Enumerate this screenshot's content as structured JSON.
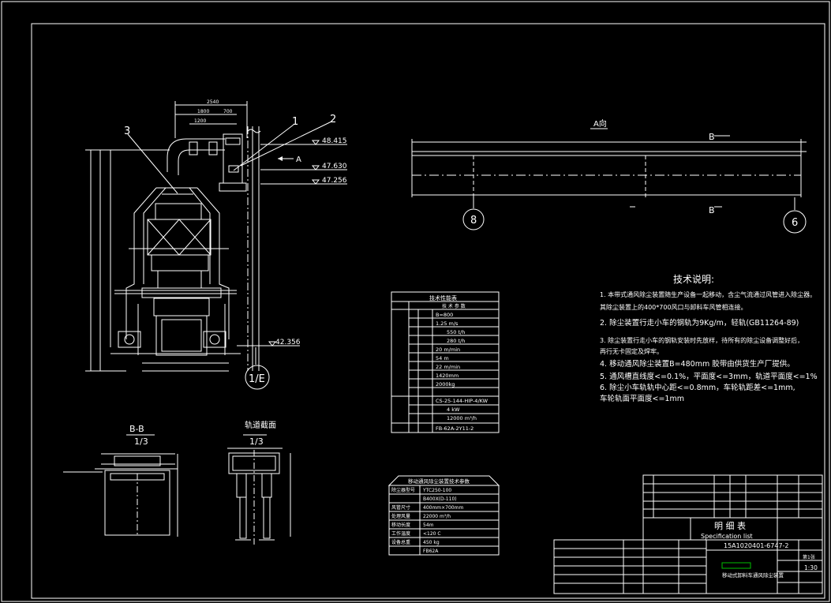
{
  "section_views": {
    "a_view": "A向",
    "b_section": "B-B",
    "b_scale": "1/3",
    "rail_section": "轨道截面",
    "rail_scale": "1/3",
    "b_marker": "B"
  },
  "elevations": [
    "48.415",
    "47.630",
    "47.256",
    "42.356"
  ],
  "callouts": [
    "1",
    "2",
    "3"
  ],
  "direction_label": "A",
  "axes": [
    "8",
    "6",
    "1/E"
  ],
  "dims_top": [
    "2540",
    "1800",
    "700",
    "1200"
  ],
  "tech_notes": {
    "title": "技术说明:",
    "items": [
      "1. 本带式通风除尘装置随生产设备一起移动，含尘气流通过风管进入除尘器。",
      "   其除尘装置上的400*700风口与卸料车风管相连接。",
      "2. 除尘装置行走小车的钢轨为9Kg/m，轻轨(GB11264-89)",
      "3. 除尘装置行走小车的钢轨安装时先放样，待所有的除尘设备调整好后，",
      "   再行无卡固定及焊牢。",
      "4. 移动通风除尘装置B=480mm 胶带由供货生产厂提供。",
      "5. 通风槽直线度<=0.1%，平面度<=3mm，轨道平面度<=1%",
      "6. 除尘小车轨轨中心距<=0.8mm，车轮轨距差<=1mm,",
      "   车轮轨面平面度<=1mm"
    ]
  },
  "param_table": {
    "title": "技术性能表",
    "header": "技 术 参 数",
    "rows": [
      [
        "",
        "B=800"
      ],
      [
        "",
        "1.25  m/s"
      ],
      [
        "",
        "550 t/h"
      ],
      [
        "",
        "280 t/h"
      ],
      [
        "",
        "20 m/min"
      ],
      [
        "",
        "54 m"
      ],
      [
        "",
        "22 m/min"
      ],
      [
        "",
        "1420mm"
      ],
      [
        "",
        "2000kg"
      ],
      [
        "",
        "CS-25-144-HIP-4/KW"
      ],
      [
        "",
        "4  kW"
      ],
      [
        "",
        "12000 m³/h"
      ],
      [
        "",
        "FB-62A-2Y11-2"
      ]
    ]
  },
  "spec_table": {
    "title": "移动通风除尘装置技术参数",
    "rows": [
      [
        "除尘器型号",
        "YTC250-100"
      ],
      [
        "",
        "B400X(D-110)"
      ],
      [
        "风管尺寸",
        "400mm×700mm"
      ],
      [
        "处理风量",
        "22000  m³/h"
      ],
      [
        "移动长度",
        "54m"
      ],
      [
        "工作温度",
        "<120  C"
      ],
      [
        "设备总重",
        "450  kg"
      ],
      [
        "",
        "FB62A"
      ]
    ]
  },
  "title_block": {
    "list_title": "明 细 表",
    "list_subtitle": "Specification list",
    "drawing_no": "15A1020401-6747-2",
    "drawing_name": "移动式卸料车通风除尘装置",
    "scale": "1:30",
    "sheet": "第1张"
  }
}
